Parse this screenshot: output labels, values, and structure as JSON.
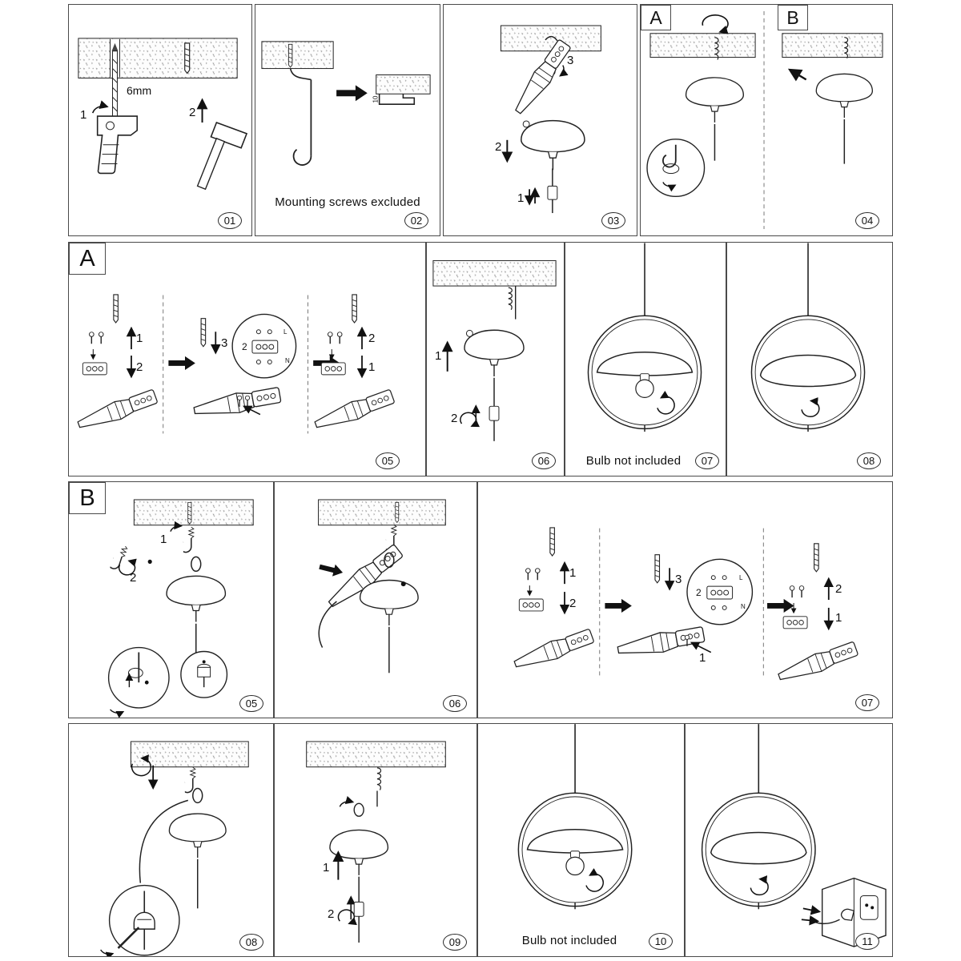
{
  "page": {
    "background": "#ffffff",
    "ink": "#1c1c1c"
  },
  "panels": {
    "p01": {
      "badge": "01",
      "drill_size": "6mm",
      "step_drill": "1",
      "step_hammer": "2"
    },
    "p02": {
      "badge": "02",
      "note": "Mounting screws excluded",
      "bracket_dim": "10"
    },
    "p03": {
      "badge": "03",
      "step_connector": "1",
      "step_canopy": "2",
      "step_hook": "3"
    },
    "p04": {
      "badge": "04",
      "option_a": "A",
      "option_b": "B"
    },
    "a05": {
      "badge": "05",
      "section": "A",
      "stage1_up": "1",
      "stage1_down": "2",
      "stage2_screw": "3",
      "inset_terminal": "2",
      "inset_live": "L",
      "inset_neutral": "N",
      "stage3_up": "2",
      "stage3_down": "1"
    },
    "a06": {
      "badge": "06",
      "step_lift": "1",
      "step_twist": "2"
    },
    "a07": {
      "badge": "07",
      "note": "Bulb not included"
    },
    "a08": {
      "badge": "08"
    },
    "b05": {
      "badge": "05",
      "section": "B",
      "step_hook": "1",
      "step_pin": "2"
    },
    "b06": {
      "badge": "06"
    },
    "b07": {
      "badge": "07",
      "stage1_up": "1",
      "stage1_down": "2",
      "stage2_screw": "3",
      "inset_terminal": "2",
      "inset_live": "L",
      "inset_neutral": "N",
      "stage2_tighten": "1",
      "stage3_up": "2",
      "stage3_down": "1"
    },
    "b08": {
      "badge": "08"
    },
    "b09": {
      "badge": "09",
      "step_lift": "1",
      "step_twist": "2"
    },
    "b10": {
      "badge": "10",
      "note": "Bulb not included"
    },
    "b11": {
      "badge": "11"
    }
  }
}
